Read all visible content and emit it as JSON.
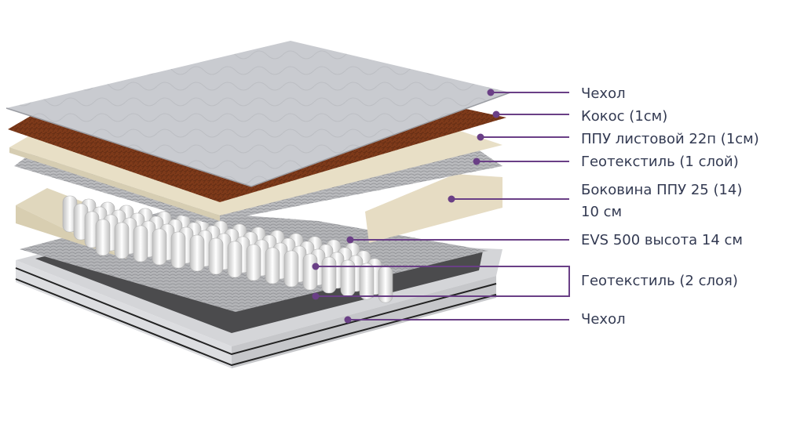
{
  "colors": {
    "accent": "#6a3f86",
    "text": "#333a52",
    "cover": "#c9cbd0",
    "coconut": "#7e3a1a",
    "foam": "#e6dcc3",
    "geotextile": "#a9aaad",
    "springs": "#e8e8e8",
    "base": "#5a5a5a"
  },
  "labels": [
    "Чехол",
    "Кокос (1см)",
    "ППУ листовой 22п (1см)",
    "Геотекстиль (1 слой)",
    "Боковина ППУ 25 (14)",
    "10 см",
    "EVS 500 высота 14 см",
    "Геотекстиль (2 слоя)",
    "Чехол"
  ]
}
